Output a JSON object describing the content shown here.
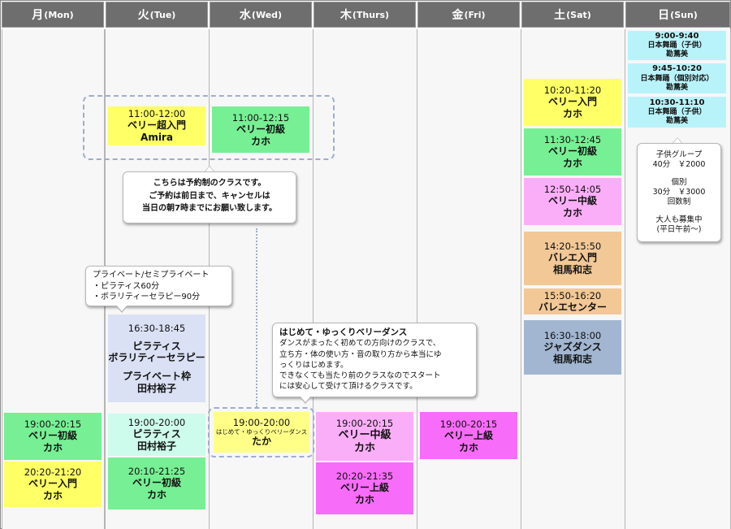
{
  "days": [
    {
      "jp": "月",
      "en": "(Mon)"
    },
    {
      "jp": "火",
      "en": "(Tue)"
    },
    {
      "jp": "水",
      "en": "(Wed)"
    },
    {
      "jp": "木",
      "en": "(Thurs)"
    },
    {
      "jp": "金",
      "en": "(Fri)"
    },
    {
      "jp": "土",
      "en": "(Sat)"
    },
    {
      "jp": "日",
      "en": "(Sun)"
    }
  ],
  "mon": [
    {
      "time": "19:00-20:15",
      "name": "ベリー初級",
      "teacher": "カホ",
      "color": "#77ef94"
    },
    {
      "time": "20:20-21:20",
      "name": "ベリー入門",
      "teacher": "カホ",
      "color": "#ffff66"
    }
  ],
  "tue": [
    {
      "time": "11:00-12:00",
      "name": "ベリー超入門",
      "teacher": "Amira",
      "color": "#ffff66"
    },
    {
      "time": "16:30-18:45",
      "name": "ピラティス",
      "name2": "ボラリティーセラピー",
      "name3": "プライベート枠",
      "teacher": "田村裕子",
      "color": "#dbe1f4"
    },
    {
      "time": "19:00-20:00",
      "name": "ピラティス",
      "teacher": "田村裕子",
      "color": "#cdfcec"
    },
    {
      "time": "20:10-21:25",
      "name": "ベリー初級",
      "teacher": "カホ",
      "color": "#77ef94"
    }
  ],
  "wed": [
    {
      "time": "11:00-12:15",
      "name": "ベリー初級",
      "teacher": "カホ",
      "color": "#77ef94"
    },
    {
      "time": "19:00-20:00",
      "name": "はじめて・ゆっくりベリーダンス",
      "teacher": "たか",
      "color": "#ffff88"
    }
  ],
  "thu": [
    {
      "time": "19:00-20:15",
      "name": "ベリー中級",
      "teacher": "カホ",
      "color": "#fbaef8"
    },
    {
      "time": "20:20-21:35",
      "name": "ベリー上級",
      "teacher": "カホ",
      "color": "#f86cfa"
    }
  ],
  "fri": [
    {
      "time": "19:00-20:15",
      "name": "ベリー上級",
      "teacher": "カホ",
      "color": "#f86cfa"
    }
  ],
  "sat": [
    {
      "time": "10:20-11:20",
      "name": "ベリー入門",
      "teacher": "カホ",
      "color": "#ffff66"
    },
    {
      "time": "11:30-12:45",
      "name": "ベリー初級",
      "teacher": "カホ",
      "color": "#77ef94"
    },
    {
      "time": "12:50-14:05",
      "name": "ベリー中級",
      "teacher": "カホ",
      "color": "#fbaef8"
    },
    {
      "time": "14:20-15:50",
      "name": "バレエ入門",
      "teacher": "相馬和志",
      "color": "#f2c896"
    },
    {
      "time": "15:50-16:20",
      "name": "バレエセンター",
      "color": "#f2c896"
    },
    {
      "time": "16:30-18:00",
      "name": "ジャズダンス",
      "teacher": "相馬和志",
      "color": "#a2b6d1"
    }
  ],
  "sun": [
    {
      "time": "9:00-9:40",
      "name": "日本舞踊（子供）",
      "teacher": "勘蔦美",
      "color": "#b9f3fa"
    },
    {
      "time": "9:45-10:20",
      "name": "日本舞踊（個別対応）",
      "teacher": "勘蔦美",
      "color": "#b9f3fa"
    },
    {
      "time": "10:30-11:10",
      "name": "日本舞踊（子供）",
      "teacher": "勘蔦美",
      "color": "#b9f3fa"
    }
  ],
  "notes": {
    "reservation": [
      "こちらは予約制のクラスです。",
      "ご予約は前日まで、キャンセルは",
      "当日の朝7時までにお願い致します。"
    ],
    "private": [
      "プライベート/セミプライベート",
      "・ピラティス60分",
      "・ボラリティーセラピー90分"
    ],
    "beginner_title": "はじめて・ゆっくりベリーダンス",
    "beginner_body": [
      "ダンスがまったく初めての方向けのクラスで、",
      "立ち方・体の使い方・音の取り方から本当にゆ",
      "っくりはじめます。",
      "できなくても当たり前のクラスなのでスタート",
      "には安心して受けて頂けるクラスです。"
    ],
    "sunday": [
      "子供グループ",
      "40分　￥2000",
      "個別",
      "30分　￥3000",
      "回数制",
      "大人も募集中",
      "(平日午前〜)"
    ]
  }
}
